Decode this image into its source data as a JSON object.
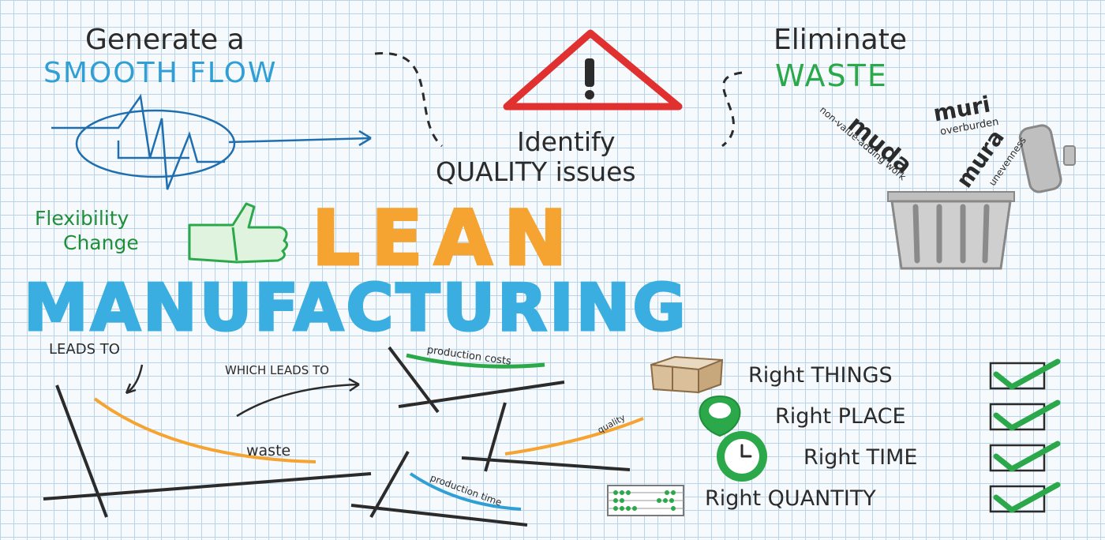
{
  "headings": {
    "generate_a": "Generate a",
    "smooth_flow": "SMOOTH FLOW",
    "eliminate": "Eliminate",
    "waste_heading": "WASTE",
    "identify": "Identify",
    "quality_issues": "QUALITY issues",
    "flexibility": "Flexibility",
    "change": "Change",
    "lean": "LEAN",
    "manufacturing": "MANUFACTURING"
  },
  "waste_types": {
    "muda": "muda",
    "muda_desc": "non-value-adding work",
    "muri": "muri",
    "muri_desc": "overburden",
    "mura": "mura",
    "mura_desc": "unevenness"
  },
  "graph_labels": {
    "leads_to": "LEADS TO",
    "which_leads_to": "WHICH LEADS TO",
    "waste": "waste",
    "production_costs": "production costs",
    "quality": "quality",
    "production_time": "production time"
  },
  "rights": [
    {
      "label": "Right THINGS",
      "icon": "box-icon"
    },
    {
      "label": "Right PLACE",
      "icon": "map-pin-icon"
    },
    {
      "label": "Right TIME",
      "icon": "clock-icon"
    },
    {
      "label": "Right QUANTITY",
      "icon": "abacus-icon"
    }
  ],
  "colors": {
    "blue": "#2f9fd6",
    "orange": "#f5a331",
    "green": "#2aa84a",
    "red": "#e0302f",
    "dark": "#2b2b2b",
    "grid": "#b9d3e8"
  }
}
